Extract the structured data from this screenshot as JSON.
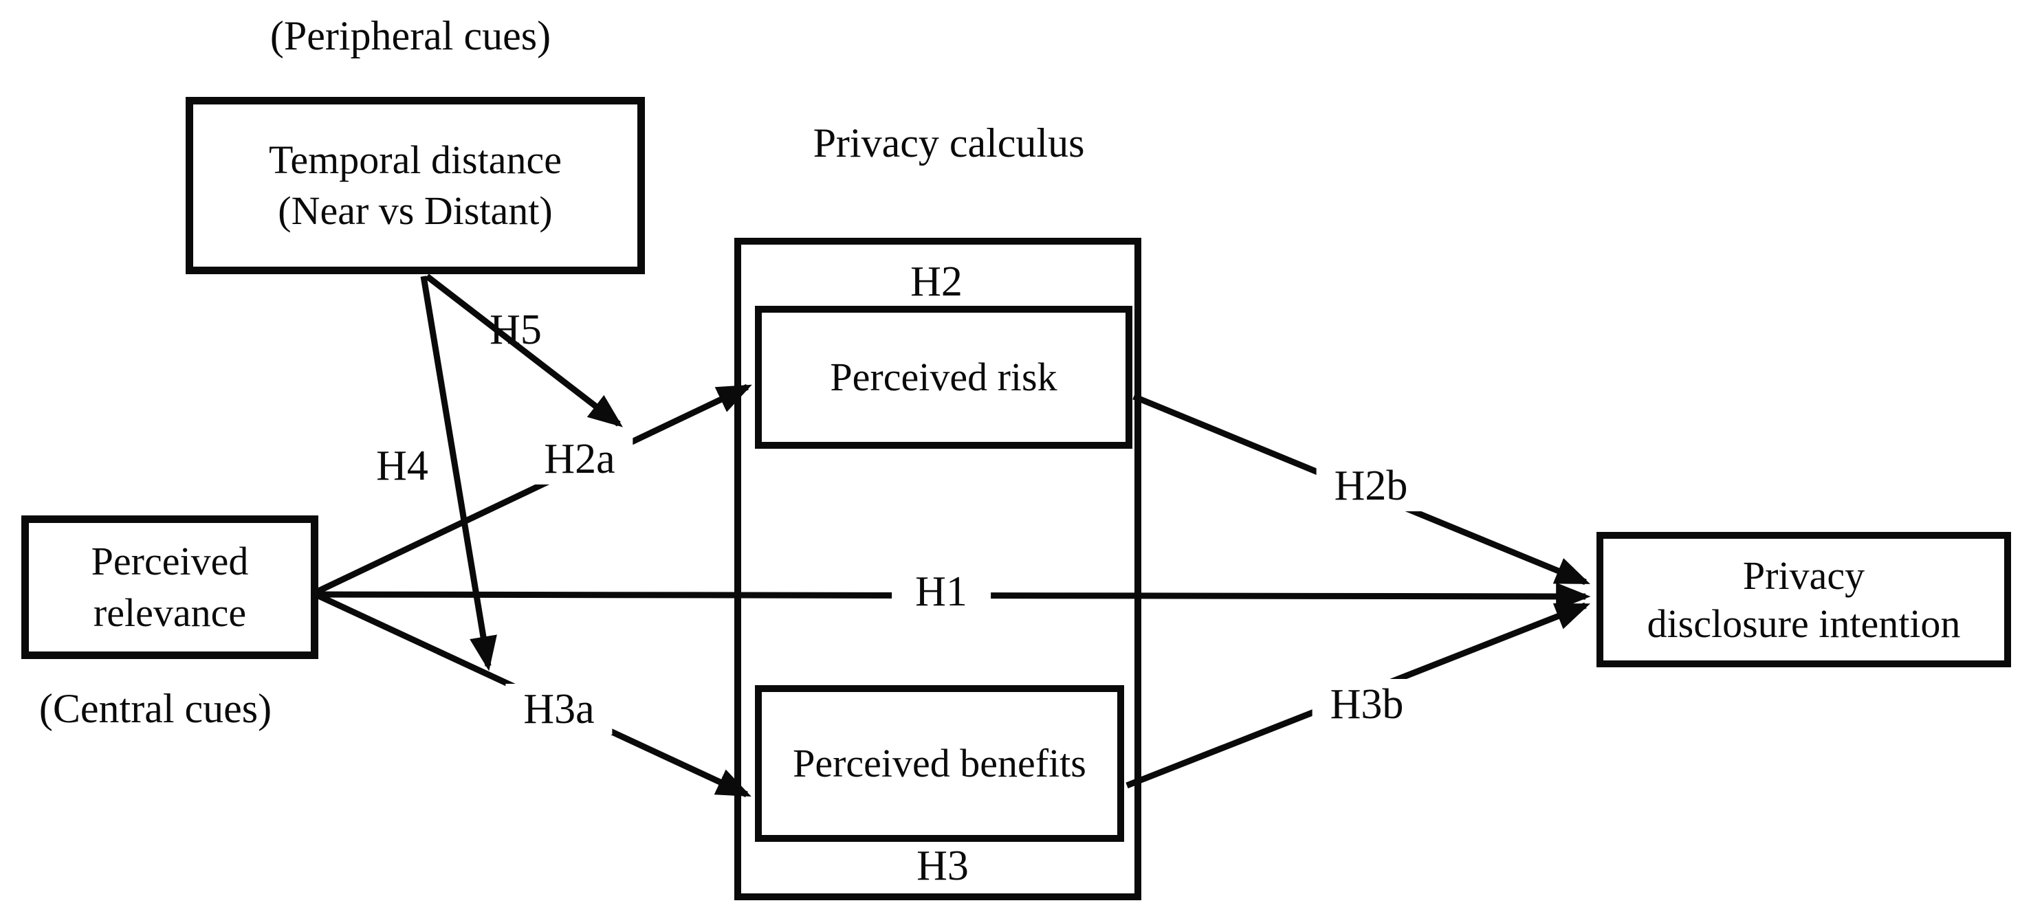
{
  "annotations": {
    "peripheral_cues": "(Peripheral cues)",
    "central_cues": "(Central cues)",
    "privacy_calculus": "Privacy calculus"
  },
  "boxes": {
    "temporal_distance": {
      "line1": "Temporal distance",
      "line2": "(Near vs Distant)"
    },
    "perceived_relevance": {
      "line1": "Perceived",
      "line2": "relevance"
    },
    "perceived_risk": "Perceived risk",
    "perceived_benefits": "Perceived benefits",
    "privacy_disclosure_intention": {
      "line1": "Privacy",
      "line2": "disclosure intention"
    }
  },
  "hypothesis_labels": {
    "h1": "H1",
    "h2": "H2",
    "h2a": "H2a",
    "h2b": "H2b",
    "h3": "H3",
    "h3a": "H3a",
    "h3b": "H3b",
    "h4": "H4",
    "h5": "H5"
  },
  "colors": {
    "ink": "#0a0a0a",
    "background": "#ffffff"
  }
}
